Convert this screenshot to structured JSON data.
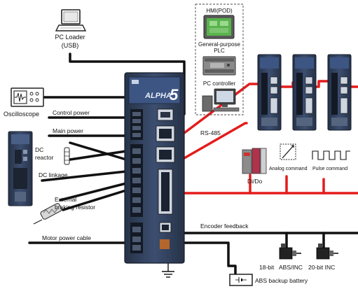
{
  "labels": {
    "pc_loader_line1": "PC Loader",
    "pc_loader_line2": "(USB)",
    "hmi": "HMI(POD)",
    "plc_line1": "General-purpose",
    "plc_line2": "PLC",
    "pc_controller": "PC controller",
    "rs485": "RS-485",
    "oscilloscope": "Oscilloscope",
    "control_power": "Control power",
    "main_power": "Main power",
    "dc_reactor_line1": "DC",
    "dc_reactor_line2": "reactor",
    "dc_linkage": "DC linkage",
    "brake_line1": "External",
    "brake_line2": "braking resistor",
    "motor_power_cable": "Motor power cable",
    "encoder_feedback": "Encoder feedback",
    "motor_18bit": "18-bit",
    "motor_absinc": "ABS/INC",
    "motor_20bit": "20-bit INC",
    "abs_battery": "ABS backup battery",
    "dido": "Di/Do",
    "analog_command": "Analog command",
    "pulse_command": "Pulse command",
    "drive_brand": "ALPHA",
    "drive_model": "5"
  },
  "colors": {
    "drive_body": "#2f3d57",
    "drive_face": "#3a4b6b",
    "rs485_cable": "#e41c1c",
    "black_cable": "#111111",
    "screen_green": "#4caf50"
  }
}
